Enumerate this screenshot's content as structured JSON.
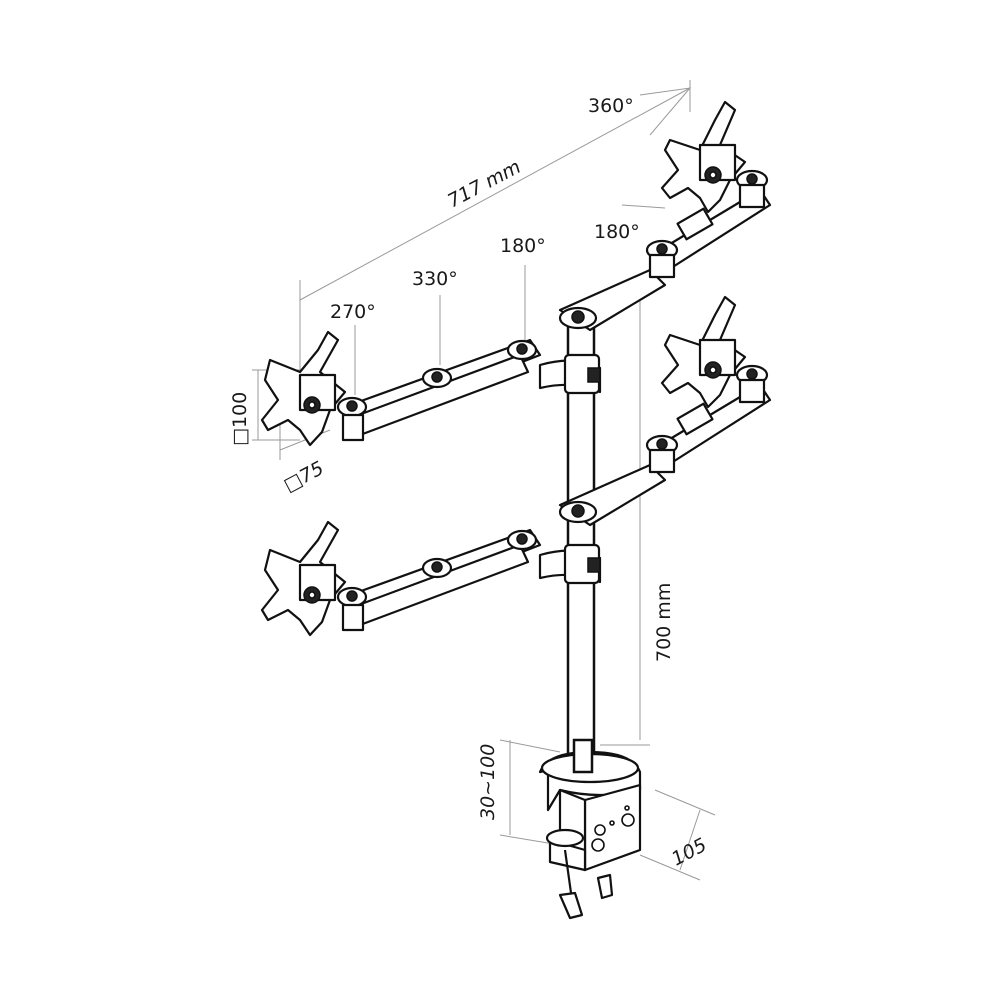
{
  "dimensions": {
    "arm_span": "717 mm",
    "pole_height": "700 mm",
    "desk_thickness": "30~100",
    "clamp_depth": "105",
    "vesa_large": "□100",
    "vesa_small": "□75"
  },
  "rotations": {
    "plate_top_right": "360°",
    "joint_top_right": "180°",
    "joint_inner": "180°",
    "joint_middle": "330°",
    "joint_outer": "270°"
  },
  "colors": {
    "outline": "#111111",
    "dimension": "#9a9a9a",
    "background": "#ffffff"
  }
}
